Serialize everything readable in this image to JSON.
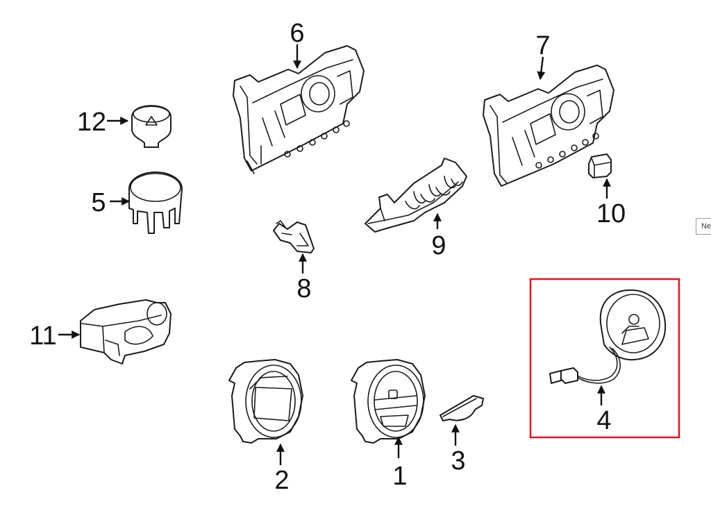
{
  "callouts": {
    "c1": "1",
    "c2": "2",
    "c3": "3",
    "c4": "4",
    "c5": "5",
    "c6": "6",
    "c7": "7",
    "c8": "8",
    "c9": "9",
    "c10": "10",
    "c11": "11",
    "c12": "12"
  },
  "side_tab": {
    "label": "Ne"
  },
  "highlight": {
    "part": "4",
    "color": "#e0141e"
  }
}
